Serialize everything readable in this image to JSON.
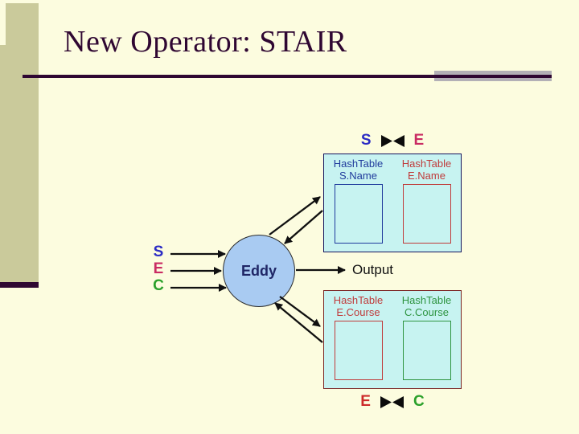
{
  "slide": {
    "title": "New Operator: STAIR"
  },
  "diagram": {
    "top_join": {
      "left": "S",
      "right": "E"
    },
    "bottom_join": {
      "left": "E",
      "right": "C"
    },
    "sources": [
      {
        "label": "S"
      },
      {
        "label": "E"
      },
      {
        "label": "C"
      }
    ],
    "eddy": {
      "label": "Eddy"
    },
    "output": {
      "label": "Output"
    },
    "top_table": {
      "left": {
        "line1": "HashTable",
        "line2": "S.Name"
      },
      "right": {
        "line1": "HashTable",
        "line2": "E.Name"
      }
    },
    "bottom_table": {
      "left": {
        "line1": "HashTable",
        "line2": "E.Course"
      },
      "right": {
        "line1": "HashTable",
        "line2": "C.Course"
      }
    }
  },
  "colors": {
    "bg": "#FCFCDF",
    "olive": "#CACA9B",
    "purple": "#2F0732",
    "gray": "#B3B0B6",
    "cyan": "#C7F3F1",
    "navy": "#1F3A9C",
    "navyDark": "#14145E",
    "red": "#C03A3A",
    "maroon": "#7A2424",
    "green": "#2E9440",
    "blue": "#2B2BC4",
    "crimson": "#C92B63",
    "redBright": "#CC2A2A",
    "greenBright": "#2AA02A",
    "eddyFill": "#A9CBF2",
    "eddyText": "#1F2666",
    "arrow": "#101010",
    "ink": "#101010"
  }
}
